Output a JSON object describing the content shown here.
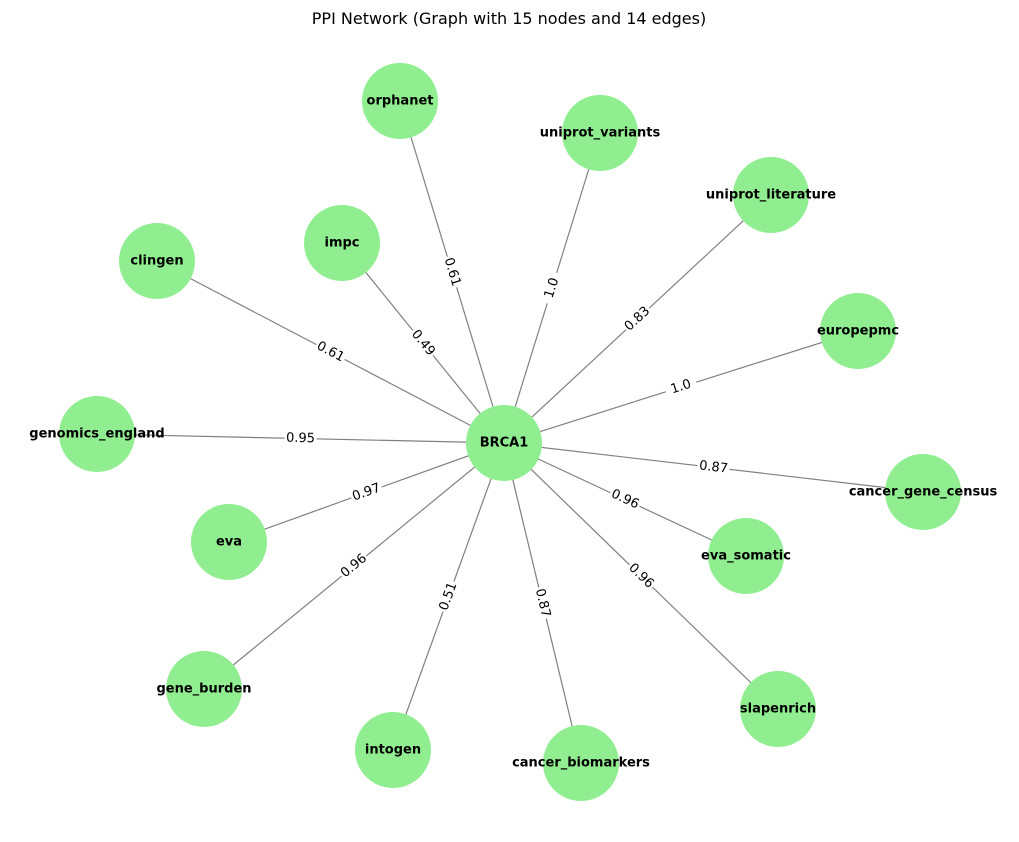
{
  "title": "PPI Network (Graph with 15 nodes and 14 edges)",
  "colors": {
    "node": "#90ee90",
    "edge": "#808080",
    "text": "#000000"
  },
  "center": {
    "label": "BRCA1"
  },
  "edges": [
    {
      "target": "orphanet",
      "weight": "0.61"
    },
    {
      "target": "uniprot_variants",
      "weight": "1.0"
    },
    {
      "target": "uniprot_literature",
      "weight": "0.83"
    },
    {
      "target": "europepmc",
      "weight": "1.0"
    },
    {
      "target": "cancer_gene_census",
      "weight": "0.87"
    },
    {
      "target": "eva_somatic",
      "weight": "0.96"
    },
    {
      "target": "slapenrich",
      "weight": "0.96"
    },
    {
      "target": "cancer_biomarkers",
      "weight": "0.87"
    },
    {
      "target": "intogen",
      "weight": "0.51"
    },
    {
      "target": "gene_burden",
      "weight": "0.96"
    },
    {
      "target": "eva",
      "weight": "0.97"
    },
    {
      "target": "genomics_england",
      "weight": "0.95"
    },
    {
      "target": "clingen",
      "weight": "0.61"
    },
    {
      "target": "impc",
      "weight": "0.49"
    }
  ]
}
